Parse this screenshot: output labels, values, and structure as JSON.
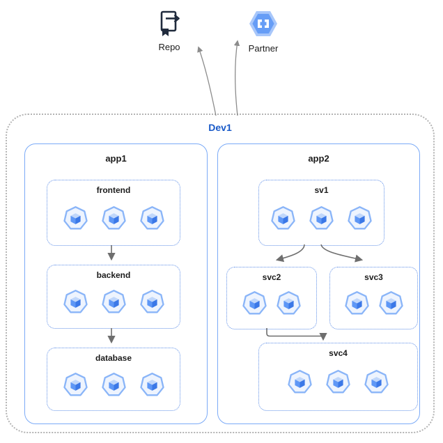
{
  "externals": {
    "repo": {
      "label": "Repo"
    },
    "partner": {
      "label": "Partner"
    }
  },
  "environment": {
    "label": "Dev1"
  },
  "apps": {
    "app1": {
      "label": "app1",
      "services": {
        "frontend": {
          "label": "frontend",
          "pods": 3
        },
        "backend": {
          "label": "backend",
          "pods": 3
        },
        "database": {
          "label": "database",
          "pods": 3
        }
      }
    },
    "app2": {
      "label": "app2",
      "services": {
        "sv1": {
          "label": "sv1",
          "pods": 3
        },
        "svc2": {
          "label": "svc2",
          "pods": 2
        },
        "svc3": {
          "label": "svc3",
          "pods": 2
        },
        "svc4": {
          "label": "svc4",
          "pods": 3
        }
      }
    }
  },
  "flows": [
    {
      "from": "frontend",
      "to": "backend"
    },
    {
      "from": "backend",
      "to": "database"
    },
    {
      "from": "sv1",
      "to": "svc2"
    },
    {
      "from": "sv1",
      "to": "svc3"
    },
    {
      "from": "svc2",
      "to": "svc4"
    },
    {
      "from": "Dev1",
      "to": "Repo"
    },
    {
      "from": "Dev1",
      "to": "Partner"
    }
  ],
  "colors": {
    "app_border": "#7baaf7",
    "service_border": "#5f8fe8",
    "environment_border": "#b3b3b3",
    "environment_label": "#1859c8",
    "arrow": "#6e6e6e",
    "pod_blue": "#3b78e7",
    "text": "#1c1c1c"
  }
}
